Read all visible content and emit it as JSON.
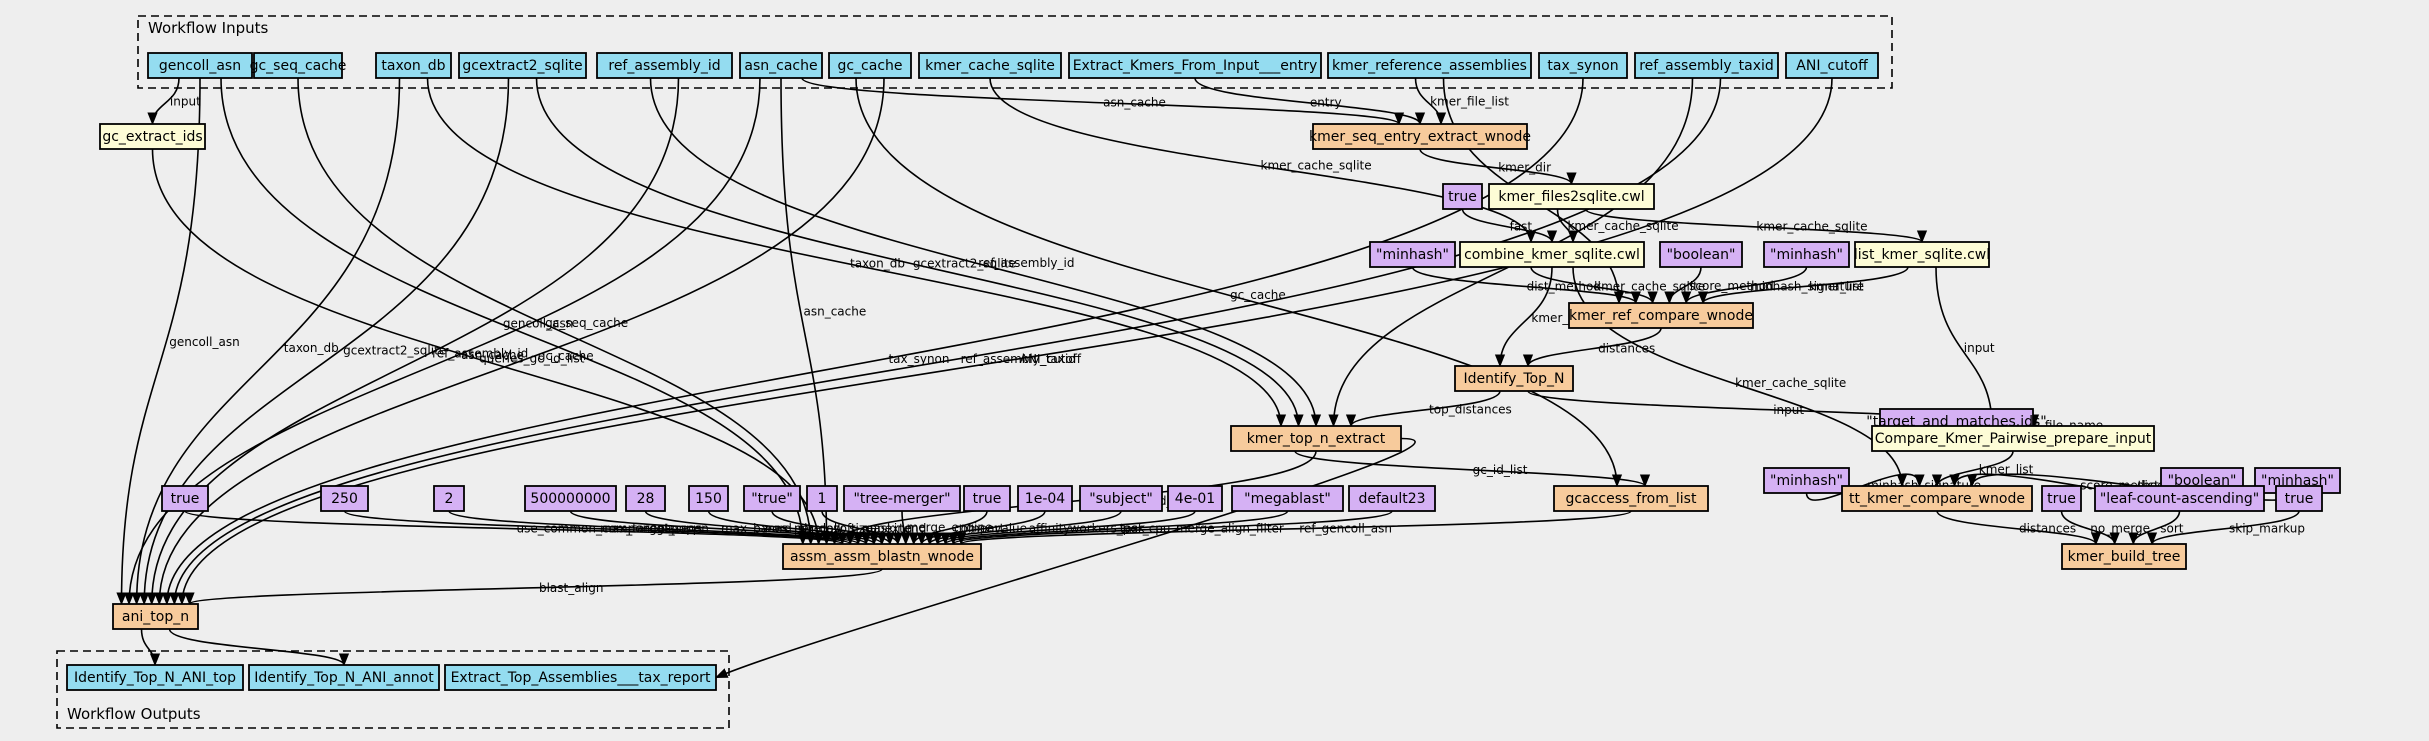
{
  "colors": {
    "input": "#94dcf0",
    "step": "#f7cb9c",
    "tool": "#fdfcd6",
    "constant": "#d5b1f4",
    "output": "#94dcf0",
    "background": "#eeeeee"
  },
  "clusters": [
    {
      "id": "inputs",
      "title": "Workflow Inputs"
    },
    {
      "id": "outputs",
      "title": "Workflow Outputs"
    }
  ],
  "nodes": [
    {
      "id": "gencoll_asn",
      "label": "gencoll_asn",
      "kind": "input"
    },
    {
      "id": "gc_seq_cache",
      "label": "gc_seq_cache",
      "kind": "input"
    },
    {
      "id": "taxon_db",
      "label": "taxon_db",
      "kind": "input"
    },
    {
      "id": "gcextract2_sqlite",
      "label": "gcextract2_sqlite",
      "kind": "input"
    },
    {
      "id": "ref_assembly_id",
      "label": "ref_assembly_id",
      "kind": "input"
    },
    {
      "id": "asn_cache",
      "label": "asn_cache",
      "kind": "input"
    },
    {
      "id": "gc_cache",
      "label": "gc_cache",
      "kind": "input"
    },
    {
      "id": "kmer_cache_sqlite",
      "label": "kmer_cache_sqlite",
      "kind": "input"
    },
    {
      "id": "extract_entry",
      "label": "Extract_Kmers_From_Input___entry",
      "kind": "input"
    },
    {
      "id": "kmer_reference_assemblies",
      "label": "kmer_reference_assemblies",
      "kind": "input"
    },
    {
      "id": "tax_synon",
      "label": "tax_synon",
      "kind": "input"
    },
    {
      "id": "ref_assembly_taxid",
      "label": "ref_assembly_taxid",
      "kind": "input"
    },
    {
      "id": "ani_cutoff",
      "label": "ANI_cutoff",
      "kind": "input"
    },
    {
      "id": "gc_extract_ids",
      "label": "gc_extract_ids",
      "kind": "tool"
    },
    {
      "id": "kmer_seq_entry_extract",
      "label": "kmer_seq_entry_extract_wnode",
      "kind": "step"
    },
    {
      "id": "c_true1",
      "label": "true",
      "kind": "constant"
    },
    {
      "id": "kmer_files2sqlite",
      "label": "kmer_files2sqlite.cwl",
      "kind": "tool"
    },
    {
      "id": "c_minhash1",
      "label": "\"minhash\"",
      "kind": "constant"
    },
    {
      "id": "combine_kmer_sqlite",
      "label": "combine_kmer_sqlite.cwl",
      "kind": "tool"
    },
    {
      "id": "c_boolean1",
      "label": "\"boolean\"",
      "kind": "constant"
    },
    {
      "id": "c_minhash2",
      "label": "\"minhash\"",
      "kind": "constant"
    },
    {
      "id": "list_kmer_sqlite",
      "label": "list_kmer_sqlite.cwl",
      "kind": "tool"
    },
    {
      "id": "kmer_ref_compare",
      "label": "kmer_ref_compare_wnode",
      "kind": "step"
    },
    {
      "id": "identify_top_n",
      "label": "Identify_Top_N",
      "kind": "step"
    },
    {
      "id": "c_target",
      "label": "\"target_and_matches.ids\"",
      "kind": "constant"
    },
    {
      "id": "kmer_top_n_extract",
      "label": "kmer_top_n_extract",
      "kind": "step"
    },
    {
      "id": "compare_prepare",
      "label": "Compare_Kmer_Pairwise_prepare_input",
      "kind": "tool"
    },
    {
      "id": "c_minhash3",
      "label": "\"minhash\"",
      "kind": "constant"
    },
    {
      "id": "c_boolean2",
      "label": "\"boolean\"",
      "kind": "constant"
    },
    {
      "id": "c_minhash4",
      "label": "\"minhash\"",
      "kind": "constant"
    },
    {
      "id": "c_true_a",
      "label": "true",
      "kind": "constant"
    },
    {
      "id": "c_250",
      "label": "250",
      "kind": "constant"
    },
    {
      "id": "c_2",
      "label": "2",
      "kind": "constant"
    },
    {
      "id": "c_500000000",
      "label": "500000000",
      "kind": "constant"
    },
    {
      "id": "c_28",
      "label": "28",
      "kind": "constant"
    },
    {
      "id": "c_150",
      "label": "150",
      "kind": "constant"
    },
    {
      "id": "c_true_str",
      "label": "\"true\"",
      "kind": "constant"
    },
    {
      "id": "c_1",
      "label": "1",
      "kind": "constant"
    },
    {
      "id": "c_tree_merger",
      "label": "\"tree-merger\"",
      "kind": "constant"
    },
    {
      "id": "c_true_b",
      "label": "true",
      "kind": "constant"
    },
    {
      "id": "c_1e04",
      "label": "1e-04",
      "kind": "constant"
    },
    {
      "id": "c_subject",
      "label": "\"subject\"",
      "kind": "constant"
    },
    {
      "id": "c_4e01",
      "label": "4e-01",
      "kind": "constant"
    },
    {
      "id": "c_megablast",
      "label": "\"megablast\"",
      "kind": "constant"
    },
    {
      "id": "c_default23",
      "label": "default23",
      "kind": "constant"
    },
    {
      "id": "gcaccess_from_list",
      "label": "gcaccess_from_list",
      "kind": "step"
    },
    {
      "id": "tt_kmer_compare",
      "label": "tt_kmer_compare_wnode",
      "kind": "step"
    },
    {
      "id": "c_true_c",
      "label": "true",
      "kind": "constant"
    },
    {
      "id": "c_leaf_count",
      "label": "\"leaf-count-ascending\"",
      "kind": "constant"
    },
    {
      "id": "c_true_d",
      "label": "true",
      "kind": "constant"
    },
    {
      "id": "assm_blastn",
      "label": "assm_assm_blastn_wnode",
      "kind": "step"
    },
    {
      "id": "kmer_build_tree",
      "label": "kmer_build_tree",
      "kind": "step"
    },
    {
      "id": "ani_top_n",
      "label": "ani_top_n",
      "kind": "step"
    },
    {
      "id": "out_ani_top",
      "label": "Identify_Top_N_ANI_top",
      "kind": "output"
    },
    {
      "id": "out_ani_annot",
      "label": "Identify_Top_N_ANI_annot",
      "kind": "output"
    },
    {
      "id": "out_tax_report",
      "label": "Extract_Top_Assemblies___tax_report",
      "kind": "output"
    }
  ],
  "edges": [
    {
      "from": "gencoll_asn",
      "to": "gc_extract_ids",
      "label": "input"
    },
    {
      "from": "gencoll_asn",
      "to": "ani_top_n",
      "label": "gencoll_asn"
    },
    {
      "from": "gencoll_asn",
      "to": "assm_blastn",
      "label": "gencoll_asn"
    },
    {
      "from": "gc_seq_cache",
      "to": "assm_blastn",
      "label": "gc_seq_cache"
    },
    {
      "from": "asn_cache",
      "to": "ani_top_n",
      "label": "asn_cache"
    },
    {
      "from": "gc_extract_ids",
      "to": "assm_blastn",
      "label": "queries_gc_id_list"
    },
    {
      "from": "taxon_db",
      "to": "ani_top_n",
      "label": "taxon_db"
    },
    {
      "from": "taxon_db",
      "to": "kmer_top_n_extract",
      "label": "taxon_db"
    },
    {
      "from": "gcextract2_sqlite",
      "to": "ani_top_n",
      "label": "gcextract2_sqlite"
    },
    {
      "from": "gcextract2_sqlite",
      "to": "kmer_top_n_extract",
      "label": "gcextract2_sqlite"
    },
    {
      "from": "ref_assembly_id",
      "to": "kmer_top_n_extract",
      "label": "ref_assembly_id"
    },
    {
      "from": "ref_assembly_id",
      "to": "ani_top_n",
      "label": "ref_assembly_id"
    },
    {
      "from": "asn_cache",
      "to": "assm_blastn",
      "label": "asn_cache"
    },
    {
      "from": "asn_cache",
      "to": "kmer_seq_entry_extract",
      "label": "asn_cache"
    },
    {
      "from": "gc_cache",
      "to": "gcaccess_from_list",
      "label": "gc_cache"
    },
    {
      "from": "gc_cache",
      "to": "ani_top_n",
      "label": "gc_cache"
    },
    {
      "from": "kmer_cache_sqlite",
      "to": "combine_kmer_sqlite",
      "label": "kmer_cache_sqlite"
    },
    {
      "from": "extract_entry",
      "to": "kmer_seq_entry_extract",
      "label": "entry"
    },
    {
      "from": "kmer_reference_assemblies",
      "to": "kmer_seq_entry_extract",
      "label": "kmer_file_list"
    },
    {
      "from": "tax_synon",
      "to": "ani_top_n",
      "label": "tax_synon"
    },
    {
      "from": "ref_assembly_taxid",
      "to": "kmer_top_n_extract",
      "label": "ref_assembly_taxid"
    },
    {
      "from": "ref_assembly_taxid",
      "to": "ani_top_n",
      "label": "ref_assembly_taxid"
    },
    {
      "from": "ani_cutoff",
      "to": "ani_top_n",
      "label": "ANI_cutoff"
    },
    {
      "from": "kmer_reference_assemblies",
      "to": "kmer_ref_compare",
      "label": "ref_kmer_list"
    },
    {
      "from": "kmer_seq_entry_extract",
      "to": "kmer_files2sqlite",
      "label": "kmer_dir"
    },
    {
      "from": "c_true1",
      "to": "combine_kmer_sqlite",
      "label": "fast"
    },
    {
      "from": "kmer_files2sqlite",
      "to": "combine_kmer_sqlite",
      "label": "kmer_cache_sqlite"
    },
    {
      "from": "kmer_files2sqlite",
      "to": "list_kmer_sqlite",
      "label": "kmer_cache_sqlite"
    },
    {
      "from": "c_minhash1",
      "to": "kmer_ref_compare",
      "label": "dist_method"
    },
    {
      "from": "combine_kmer_sqlite",
      "to": "kmer_ref_compare",
      "label": "kmer_cache_sqlite"
    },
    {
      "from": "c_boolean1",
      "to": "kmer_ref_compare",
      "label": "score_method"
    },
    {
      "from": "c_minhash2",
      "to": "kmer_ref_compare",
      "label": "minhash_signature"
    },
    {
      "from": "list_kmer_sqlite",
      "to": "kmer_ref_compare",
      "label": "kmer_list"
    },
    {
      "from": "combine_kmer_sqlite",
      "to": "identify_top_n",
      "label": "kmer_cache_sqlite"
    },
    {
      "from": "combine_kmer_sqlite",
      "to": "tt_kmer_compare",
      "label": "kmer_cache_sqlite"
    },
    {
      "from": "list_kmer_sqlite",
      "to": "compare_prepare",
      "label": "input"
    },
    {
      "from": "kmer_ref_compare",
      "to": "identify_top_n",
      "label": "distances"
    },
    {
      "from": "identify_top_n",
      "to": "kmer_top_n_extract",
      "label": "top_distances"
    },
    {
      "from": "identify_top_n",
      "to": "compare_prepare",
      "label": "input"
    },
    {
      "from": "c_target",
      "to": "compare_prepare",
      "label": "output_file_name"
    },
    {
      "from": "kmer_top_n_extract",
      "to": "gcaccess_from_list",
      "label": "gc_id_list"
    },
    {
      "from": "kmer_top_n_extract",
      "to": "assm_blastn",
      "label": "subjects_gc_id_list"
    },
    {
      "from": "kmer_top_n_extract",
      "to": "out_tax_report",
      "label": ""
    },
    {
      "from": "c_minhash3",
      "to": "tt_kmer_compare",
      "label": "minhash_signature"
    },
    {
      "from": "compare_prepare",
      "to": "tt_kmer_compare",
      "label": "kmer_list"
    },
    {
      "from": "c_boolean2",
      "to": "tt_kmer_compare",
      "label": "score_method"
    },
    {
      "from": "c_minhash4",
      "to": "tt_kmer_compare",
      "label": "dist_method"
    },
    {
      "from": "c_true_a",
      "to": "assm_blastn",
      "label": "use_common_components"
    },
    {
      "from": "c_250",
      "to": "assm_blastn",
      "label": "max_target_seqs"
    },
    {
      "from": "c_2",
      "to": "assm_blastn",
      "label": "gapopen"
    },
    {
      "from": "c_500000000",
      "to": "assm_blastn",
      "label": "max_bases_per_call"
    },
    {
      "from": "c_28",
      "to": "assm_blastn",
      "label": "word_size"
    },
    {
      "from": "c_150",
      "to": "assm_blastn",
      "label": "window_size"
    },
    {
      "from": "c_true_str",
      "to": "assm_blastn",
      "label": "soft_masking"
    },
    {
      "from": "c_1",
      "to": "assm_blastn",
      "label": "gapextend"
    },
    {
      "from": "c_tree_merger",
      "to": "assm_blastn",
      "label": "merge_engine"
    },
    {
      "from": "c_true_b",
      "to": "assm_blastn",
      "label": "compart"
    },
    {
      "from": "c_1e04",
      "to": "assm_blastn",
      "label": "evalue"
    },
    {
      "from": "c_subject",
      "to": "assm_blastn",
      "label": "affinity"
    },
    {
      "from": "c_4e01",
      "to": "assm_blastn",
      "label": "workers_per_cpu"
    },
    {
      "from": "c_megablast",
      "to": "assm_blastn",
      "label": "task"
    },
    {
      "from": "c_default23",
      "to": "assm_blastn",
      "label": "merge_align_filter"
    },
    {
      "from": "gcaccess_from_list",
      "to": "assm_blastn",
      "label": "ref_gencoll_asn"
    },
    {
      "from": "tt_kmer_compare",
      "to": "kmer_build_tree",
      "label": "distances"
    },
    {
      "from": "c_true_c",
      "to": "kmer_build_tree",
      "label": "no_merge"
    },
    {
      "from": "c_leaf_count",
      "to": "kmer_build_tree",
      "label": "sort"
    },
    {
      "from": "c_true_d",
      "to": "kmer_build_tree",
      "label": "skip_markup"
    },
    {
      "from": "assm_blastn",
      "to": "ani_top_n",
      "label": "blast_align"
    },
    {
      "from": "ani_top_n",
      "to": "out_ani_top",
      "label": ""
    },
    {
      "from": "ani_top_n",
      "to": "out_ani_annot",
      "label": ""
    }
  ]
}
